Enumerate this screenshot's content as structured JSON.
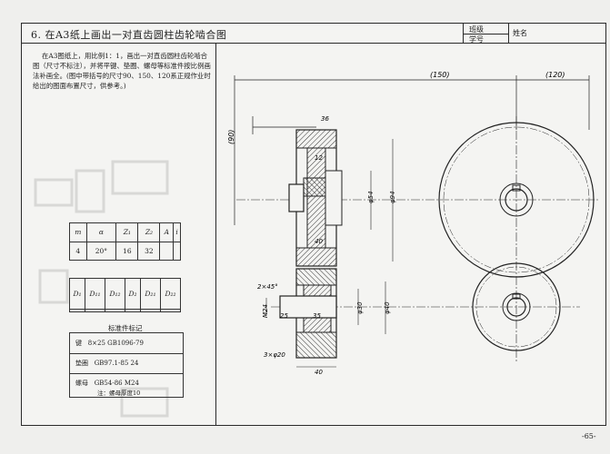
{
  "title": "6. 在A3纸上画出一对直齿圆柱齿轮啮合图",
  "class_label": "班级",
  "id_label": "学号",
  "name_label": "姓名",
  "intro": "在A3图纸上，用比例1：1，画出一对直齿圆柱齿轮啮合图（尺寸不标注），并将平键、垫圈、螺母等标准件按比例画法补画全。(图中带括号的尺寸90、150、120系正规作业时给出的图面布置尺寸，供参考。)",
  "param_table": {
    "headers": [
      "m",
      "α",
      "Z₁",
      "Z₂",
      "A",
      "i"
    ],
    "values": [
      "4",
      "20°",
      "16",
      "32",
      "",
      ""
    ]
  },
  "d_table": {
    "headers": [
      "D₁",
      "D₁₁",
      "D₁₂",
      "D₂",
      "D₂₁",
      "D₂₂"
    ]
  },
  "standard_parts": {
    "title": "标准件标记",
    "rows": [
      {
        "name": "键",
        "spec": "8×25  GB1096-79"
      },
      {
        "name": "垫圈",
        "spec": "GB97.1-85  24"
      },
      {
        "name": "螺母",
        "spec": "GB54-86  M24"
      }
    ],
    "note": "注：螺母厚度10"
  },
  "dimensions": {
    "d150": "(150)",
    "d120": "(120)",
    "d90": "(90)",
    "d36": "36",
    "d12": "12",
    "d40": "40",
    "phi54": "φ54",
    "phi94": "φ94",
    "chamfer": "2×45°",
    "m24": "M24",
    "d25": "25",
    "d35": "35",
    "phi30": "φ30",
    "phi40": "φ40",
    "undercut": "3×φ20",
    "d40b": "40"
  },
  "page_number": "-65-"
}
